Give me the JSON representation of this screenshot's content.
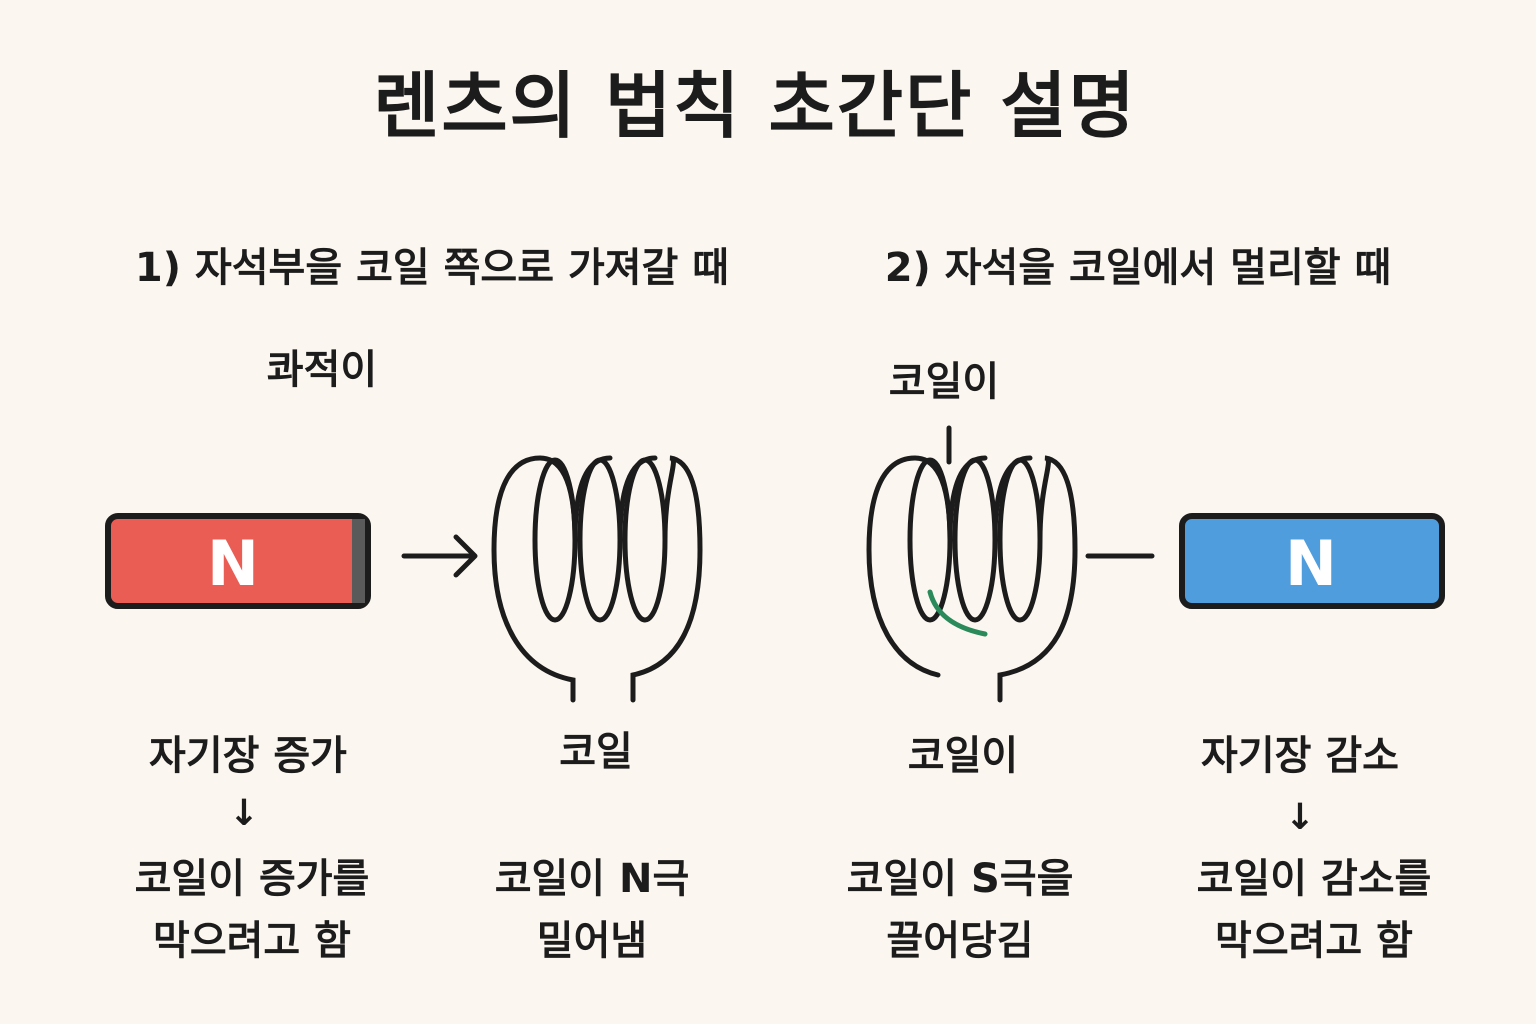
{
  "title": "렌츠의 법칙 초간단 설명",
  "left_panel": {
    "heading": "1) 자석부을 코일 쪽으로 가져갈 때",
    "top_label": "콰적이",
    "magnet_label": "N",
    "coil_label": "코일",
    "field_change": "자기장 증가",
    "down_arrow": "↓",
    "result_line1": "코일이 증가를",
    "result_line2": "막으려고 함",
    "effect_line1": "코일이 N극",
    "effect_line2": "밀어냄"
  },
  "right_panel": {
    "heading": "2) 자석을 코일에서 멀리할 때",
    "top_label": "코일이",
    "magnet_label": "N",
    "coil_label": "코일이",
    "field_change": "자기장 감소",
    "down_arrow": "↓",
    "effect_line1": "코일이 S극을",
    "effect_line2": "끌어당김",
    "result_line1": "코일이 감소를",
    "result_line2": "막으려고 함"
  },
  "colors": {
    "background": "#fbf7f0",
    "left_magnet": "#ea5d55",
    "right_magnet": "#4f9ddd",
    "accent_stroke": "#2a8a5a",
    "ink": "#1c1c1c"
  }
}
